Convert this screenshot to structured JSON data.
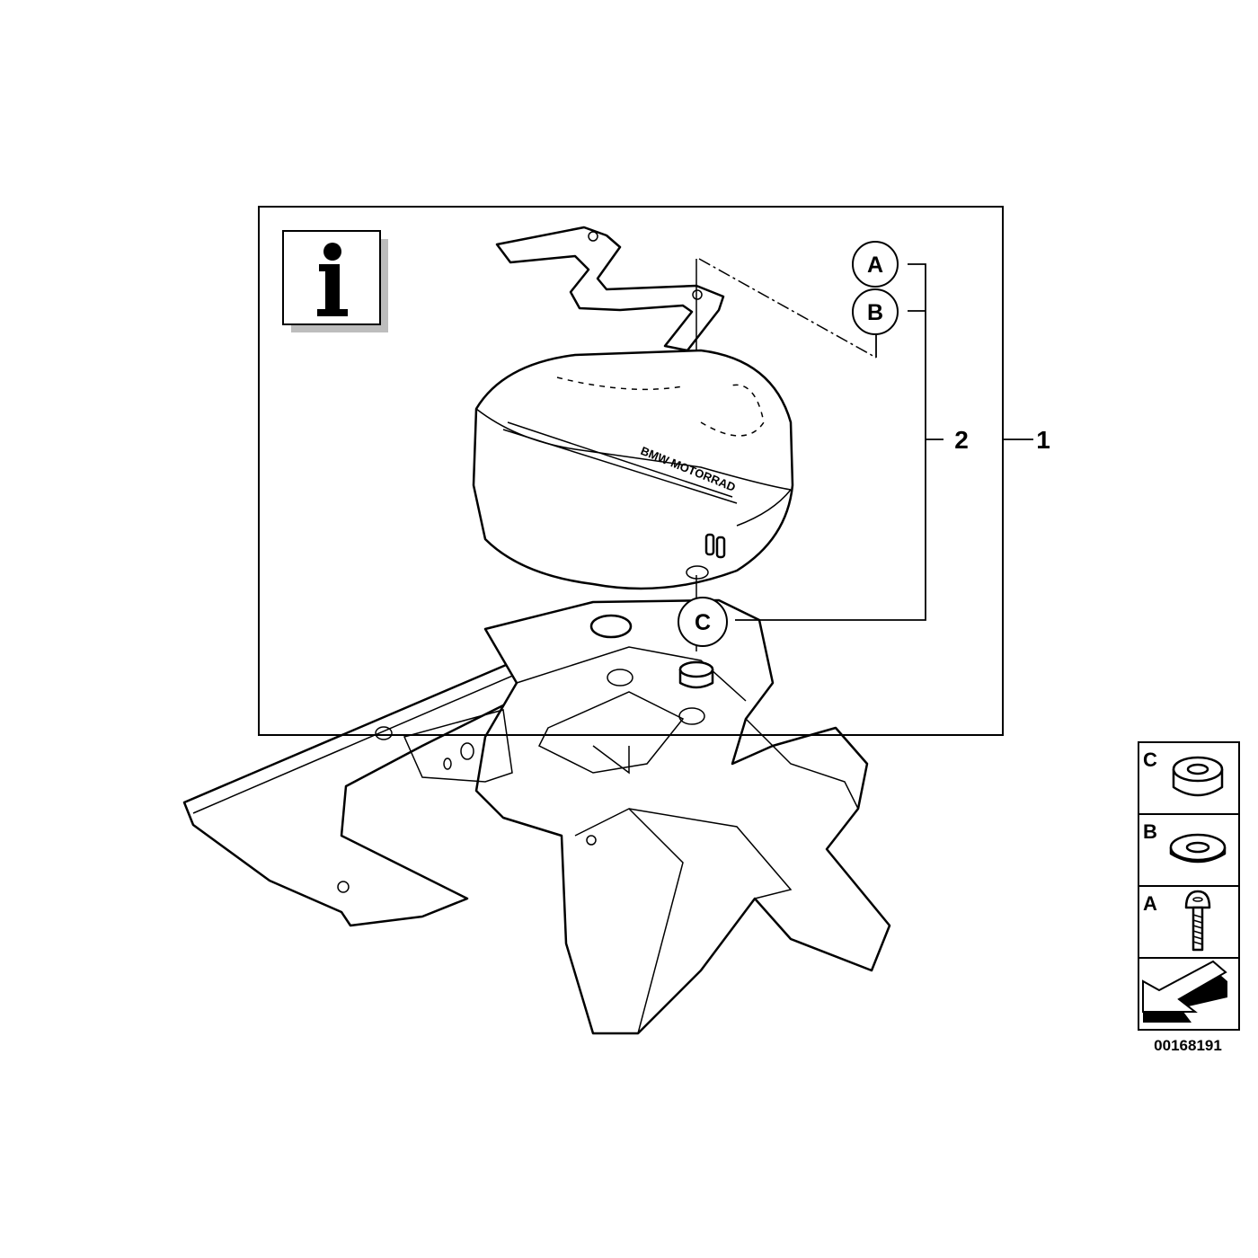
{
  "callouts": {
    "a": "A",
    "b": "B",
    "c": "C",
    "item_1": "1",
    "item_2": "2"
  },
  "legend": {
    "c_label": "C",
    "b_label": "B",
    "a_label": "A"
  },
  "bag_brand_text": "BMW MOTORRAD",
  "diagram_number": "00168191",
  "icons": [
    "info-icon",
    "tank-bag-mount-icon",
    "tank-bag-icon",
    "rear-frame-icon",
    "spacer-sleeve-icon",
    "washer-icon",
    "screw-icon",
    "arrow-icon"
  ]
}
